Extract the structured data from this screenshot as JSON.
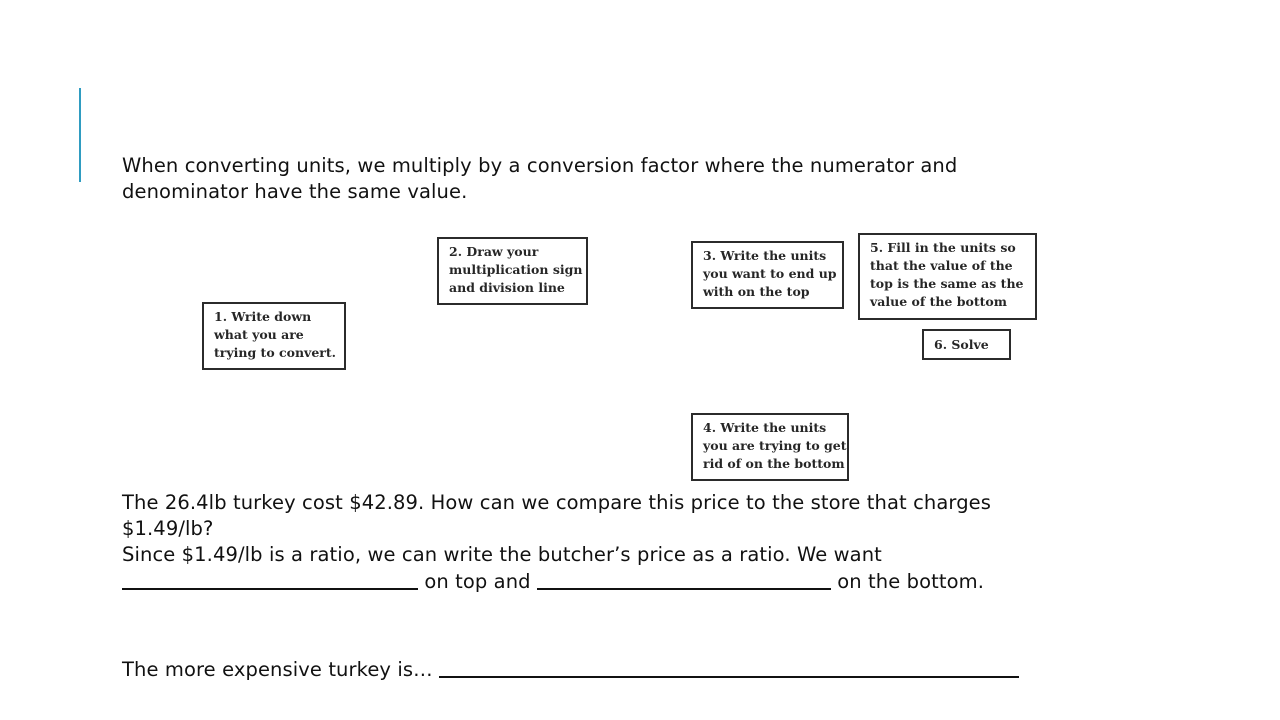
{
  "intro": {
    "line1": "When converting units, we multiply by a conversion factor where the numerator and",
    "line2": "denominator have the same value."
  },
  "steps": [
    {
      "lines": [
        "1. Write down",
        "what you are",
        "trying to convert."
      ]
    },
    {
      "lines": [
        "2. Draw your",
        "multiplication sign",
        "and division line"
      ]
    },
    {
      "lines": [
        "3. Write the units",
        "you want to end up",
        "with on the top"
      ]
    },
    {
      "lines": [
        "4. Write the units",
        "you are trying to get",
        "rid of on the bottom"
      ]
    },
    {
      "lines": [
        "5. Fill in the units so",
        "that the value of the",
        "top is the same as the",
        "value of the bottom"
      ]
    },
    {
      "lines": [
        "6. Solve"
      ]
    }
  ],
  "question": {
    "line1": "The 26.4lb turkey cost $42.89. How can we compare this price to the store that charges",
    "line2": "$1.49/lb?",
    "line3": "Since $1.49/lb is a ratio, we can write the butcher’s price as a ratio. We want",
    "line4_mid": "on top and",
    "line4_end": "on the bottom."
  },
  "conclusion": {
    "prompt": "The more expensive turkey is…"
  },
  "colors": {
    "accent": "#2f9cc1"
  }
}
